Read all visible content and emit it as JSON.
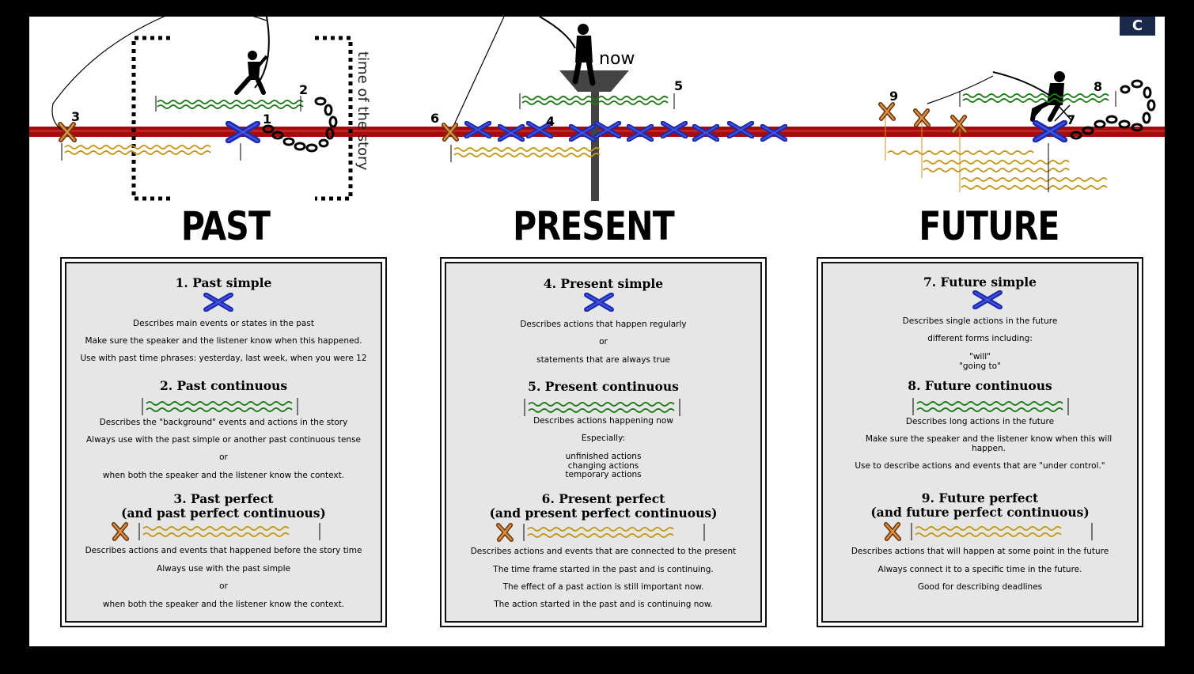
{
  "headings": {
    "past": "PAST",
    "present": "PRESENT",
    "future": "FUTURE"
  },
  "timeline": {
    "now_label": "now",
    "story_label": "time of the story",
    "numbers": [
      "1",
      "2",
      "3",
      "4",
      "5",
      "6",
      "7",
      "8",
      "9"
    ],
    "logo": "C"
  },
  "colors": {
    "timeline": "#a80a0a",
    "simple_x": "#1c2bb0",
    "continuous_wave": "#1d7a17",
    "perfect_wave": "#c8961a",
    "perfect_x": "#c06a18",
    "panel_bg": "#e5e6e5"
  },
  "past": {
    "s1": {
      "title": "1. Past simple",
      "lines": [
        "Describes main events or states in the past",
        "Make sure the speaker and the listener know when this happened.",
        "Use with past time phrases: yesterday, last week, when you were 12"
      ]
    },
    "s2": {
      "title": "2. Past continuous",
      "lines": [
        "Describes the \"background\" events and actions in the story",
        "Always use with the past simple or another past continuous tense",
        "or",
        "when both the speaker and the listener know the context."
      ]
    },
    "s3": {
      "title": "3. Past perfect\n(and past perfect continuous)",
      "lines": [
        "Describes actions and events that happened before the story time",
        "Always use with the past simple",
        "or",
        "when both the speaker and the listener know the context."
      ]
    }
  },
  "present": {
    "s4": {
      "title": "4. Present simple",
      "lines": [
        "Describes actions that happen regularly",
        "or",
        "statements that are always true"
      ]
    },
    "s5": {
      "title": "5. Present continuous",
      "lines": [
        "Describes actions happening now",
        "Especially:",
        "unfinished actions\nchanging actions\ntemporary actions"
      ]
    },
    "s6": {
      "title": "6. Present perfect\n(and present perfect continuous)",
      "lines": [
        "Describes actions and events that are connected to the present",
        "The time frame started in the past and is continuing.",
        "The effect of a past action is still important now.",
        "The action started in the past and is continuing now."
      ]
    }
  },
  "future": {
    "s7": {
      "title": "7. Future simple",
      "lines": [
        "Describes single actions in the future",
        "different forms including:",
        "\"will\"\n\"going to\""
      ]
    },
    "s8": {
      "title": "8. Future continuous",
      "lines": [
        "Describes long actions in the future",
        "Make sure the speaker and the listener know when this will happen.",
        "Use to describe actions and events that are \"under control.\""
      ]
    },
    "s9": {
      "title": "9. Future perfect\n(and future perfect continuous)",
      "lines": [
        "Describes actions that will happen at some point in the future",
        "Always connect it to a specific time in the future.",
        "Good for describing deadlines"
      ]
    }
  }
}
